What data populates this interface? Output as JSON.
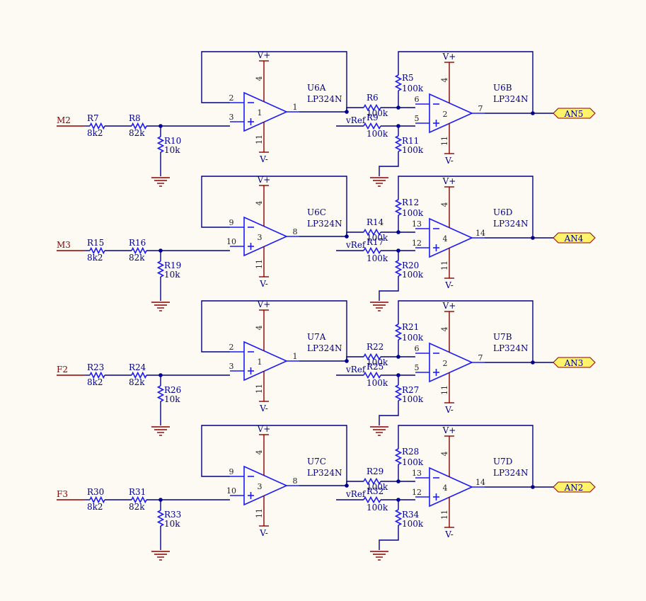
{
  "inputs": [
    "M2",
    "M3",
    "F2",
    "F3"
  ],
  "outputs": [
    "AN5",
    "AN4",
    "AN3",
    "AN2"
  ],
  "supply": {
    "positive": "V+",
    "negative": "V-"
  },
  "ref_net": "vRef",
  "stages": [
    {
      "input": "M2",
      "output": "AN5",
      "buffer": {
        "designator": "U6A",
        "part": "LP324N",
        "unit": "1",
        "inv_pin": "2",
        "noninv_pin": "3",
        "out_pin": "1",
        "vplus_pin": "4",
        "vminus_pin": "11"
      },
      "diff": {
        "designator": "U6B",
        "part": "LP324N",
        "unit": "2",
        "inv_pin": "6",
        "noninv_pin": "5",
        "out_pin": "7",
        "vplus_pin": "4",
        "vminus_pin": "11"
      },
      "r_in1": {
        "ref": "R7",
        "value": "8k2"
      },
      "r_in2": {
        "ref": "R8",
        "value": "82k"
      },
      "r_shunt": {
        "ref": "R10",
        "value": "10k"
      },
      "r_series": {
        "ref": "R6",
        "value": "100k"
      },
      "r_feedback": {
        "ref": "R5",
        "value": "100k"
      },
      "r_ref": {
        "ref": "R9",
        "value": "100k"
      },
      "r_gnd": {
        "ref": "R11",
        "value": "100k"
      }
    },
    {
      "input": "M3",
      "output": "AN4",
      "buffer": {
        "designator": "U6C",
        "part": "LP324N",
        "unit": "3",
        "inv_pin": "9",
        "noninv_pin": "10",
        "out_pin": "8",
        "vplus_pin": "4",
        "vminus_pin": "11"
      },
      "diff": {
        "designator": "U6D",
        "part": "LP324N",
        "unit": "4",
        "inv_pin": "13",
        "noninv_pin": "12",
        "out_pin": "14",
        "vplus_pin": "4",
        "vminus_pin": "11"
      },
      "r_in1": {
        "ref": "R15",
        "value": "8k2"
      },
      "r_in2": {
        "ref": "R16",
        "value": "82k"
      },
      "r_shunt": {
        "ref": "R19",
        "value": "10k"
      },
      "r_series": {
        "ref": "R14",
        "value": "100k"
      },
      "r_feedback": {
        "ref": "R12",
        "value": "100k"
      },
      "r_ref": {
        "ref": "R17",
        "value": "100k"
      },
      "r_gnd": {
        "ref": "R20",
        "value": "100k"
      }
    },
    {
      "input": "F2",
      "output": "AN3",
      "buffer": {
        "designator": "U7A",
        "part": "LP324N",
        "unit": "1",
        "inv_pin": "2",
        "noninv_pin": "3",
        "out_pin": "1",
        "vplus_pin": "4",
        "vminus_pin": "11"
      },
      "diff": {
        "designator": "U7B",
        "part": "LP324N",
        "unit": "2",
        "inv_pin": "6",
        "noninv_pin": "5",
        "out_pin": "7",
        "vplus_pin": "4",
        "vminus_pin": "11"
      },
      "r_in1": {
        "ref": "R23",
        "value": "8k2"
      },
      "r_in2": {
        "ref": "R24",
        "value": "82k"
      },
      "r_shunt": {
        "ref": "R26",
        "value": "10k"
      },
      "r_series": {
        "ref": "R22",
        "value": "100k"
      },
      "r_feedback": {
        "ref": "R21",
        "value": "100k"
      },
      "r_ref": {
        "ref": "R25",
        "value": "100k"
      },
      "r_gnd": {
        "ref": "R27",
        "value": "100k"
      }
    },
    {
      "input": "F3",
      "output": "AN2",
      "buffer": {
        "designator": "U7C",
        "part": "LP324N",
        "unit": "3",
        "inv_pin": "9",
        "noninv_pin": "10",
        "out_pin": "8",
        "vplus_pin": "4",
        "vminus_pin": "11"
      },
      "diff": {
        "designator": "U7D",
        "part": "LP324N",
        "unit": "4",
        "inv_pin": "13",
        "noninv_pin": "12",
        "out_pin": "14",
        "vplus_pin": "4",
        "vminus_pin": "11"
      },
      "r_in1": {
        "ref": "R30",
        "value": "8k2"
      },
      "r_in2": {
        "ref": "R31",
        "value": "82k"
      },
      "r_shunt": {
        "ref": "R33",
        "value": "10k"
      },
      "r_series": {
        "ref": "R29",
        "value": "100k"
      },
      "r_feedback": {
        "ref": "R28",
        "value": "100k"
      },
      "r_ref": {
        "ref": "R32",
        "value": "100k"
      },
      "r_gnd": {
        "ref": "R34",
        "value": "100k"
      }
    }
  ],
  "colors": {
    "background": "#fdfaf3",
    "wire": "#00008b",
    "component": "#1a1aff",
    "power_net": "#8b0000",
    "port_fill": "#fff36a"
  }
}
